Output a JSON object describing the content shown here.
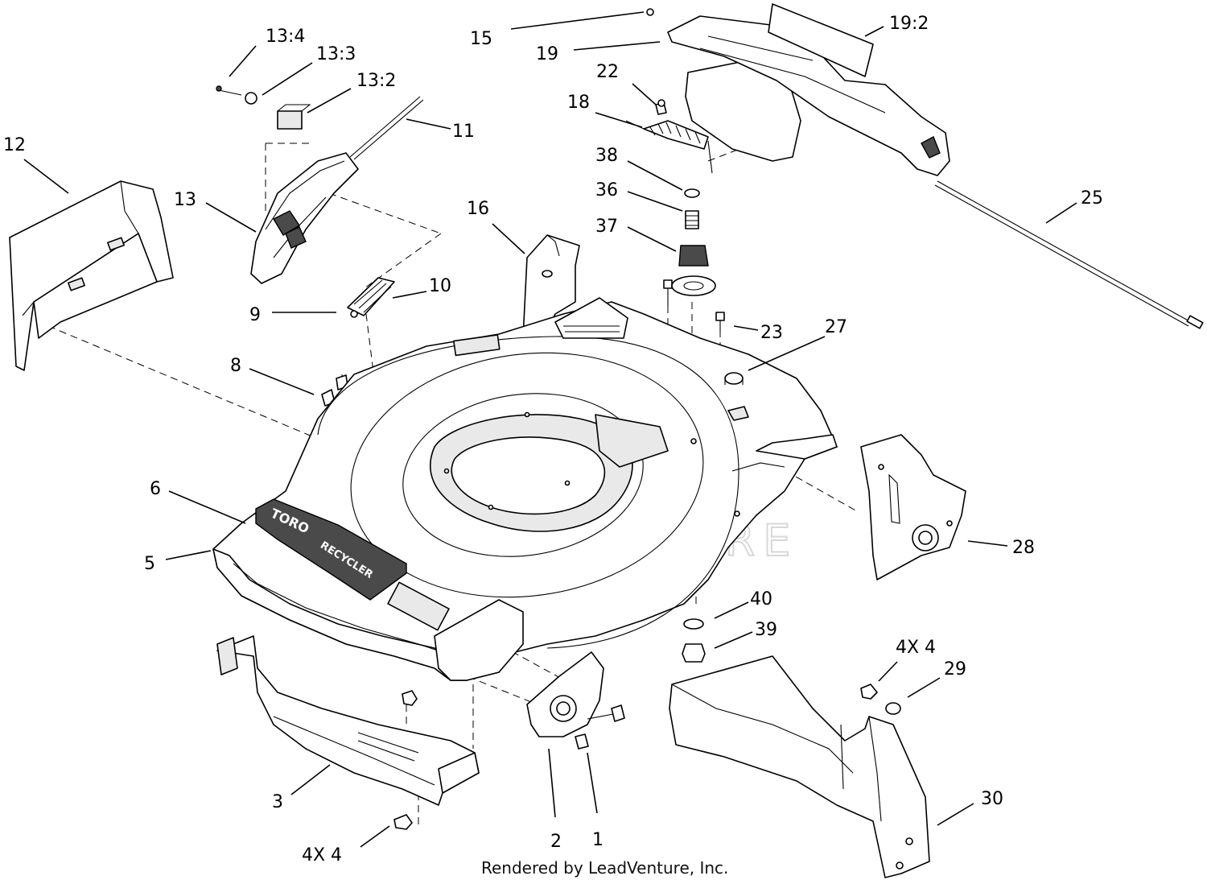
{
  "callouts": [
    {
      "id": "c-13-4",
      "label": "13:4"
    },
    {
      "id": "c-13-3",
      "label": "13:3"
    },
    {
      "id": "c-13-2",
      "label": "13:2"
    },
    {
      "id": "c-12",
      "label": "12"
    },
    {
      "id": "c-11",
      "label": "11"
    },
    {
      "id": "c-13",
      "label": "13"
    },
    {
      "id": "c-15",
      "label": "15"
    },
    {
      "id": "c-19",
      "label": "19"
    },
    {
      "id": "c-19-2",
      "label": "19:2"
    },
    {
      "id": "c-22",
      "label": "22"
    },
    {
      "id": "c-18",
      "label": "18"
    },
    {
      "id": "c-38",
      "label": "38"
    },
    {
      "id": "c-36",
      "label": "36"
    },
    {
      "id": "c-37",
      "label": "37"
    },
    {
      "id": "c-16",
      "label": "16"
    },
    {
      "id": "c-10",
      "label": "10"
    },
    {
      "id": "c-9",
      "label": "9"
    },
    {
      "id": "c-25",
      "label": "25"
    },
    {
      "id": "c-23",
      "label": "23"
    },
    {
      "id": "c-27",
      "label": "27"
    },
    {
      "id": "c-8",
      "label": "8"
    },
    {
      "id": "c-6",
      "label": "6"
    },
    {
      "id": "c-5",
      "label": "5"
    },
    {
      "id": "c-28",
      "label": "28"
    },
    {
      "id": "c-40",
      "label": "40"
    },
    {
      "id": "c-39",
      "label": "39"
    },
    {
      "id": "c-4x4-right",
      "label": "4X 4"
    },
    {
      "id": "c-29",
      "label": "29"
    },
    {
      "id": "c-3",
      "label": "3"
    },
    {
      "id": "c-4x4-left",
      "label": "4X 4"
    },
    {
      "id": "c-2",
      "label": "2"
    },
    {
      "id": "c-1",
      "label": "1"
    },
    {
      "id": "c-30",
      "label": "30"
    }
  ],
  "decals": {
    "brand": "TORO",
    "model": "RECYCLER"
  },
  "watermark": "LEADVENTURE",
  "credit": "Rendered by LeadVenture, Inc."
}
